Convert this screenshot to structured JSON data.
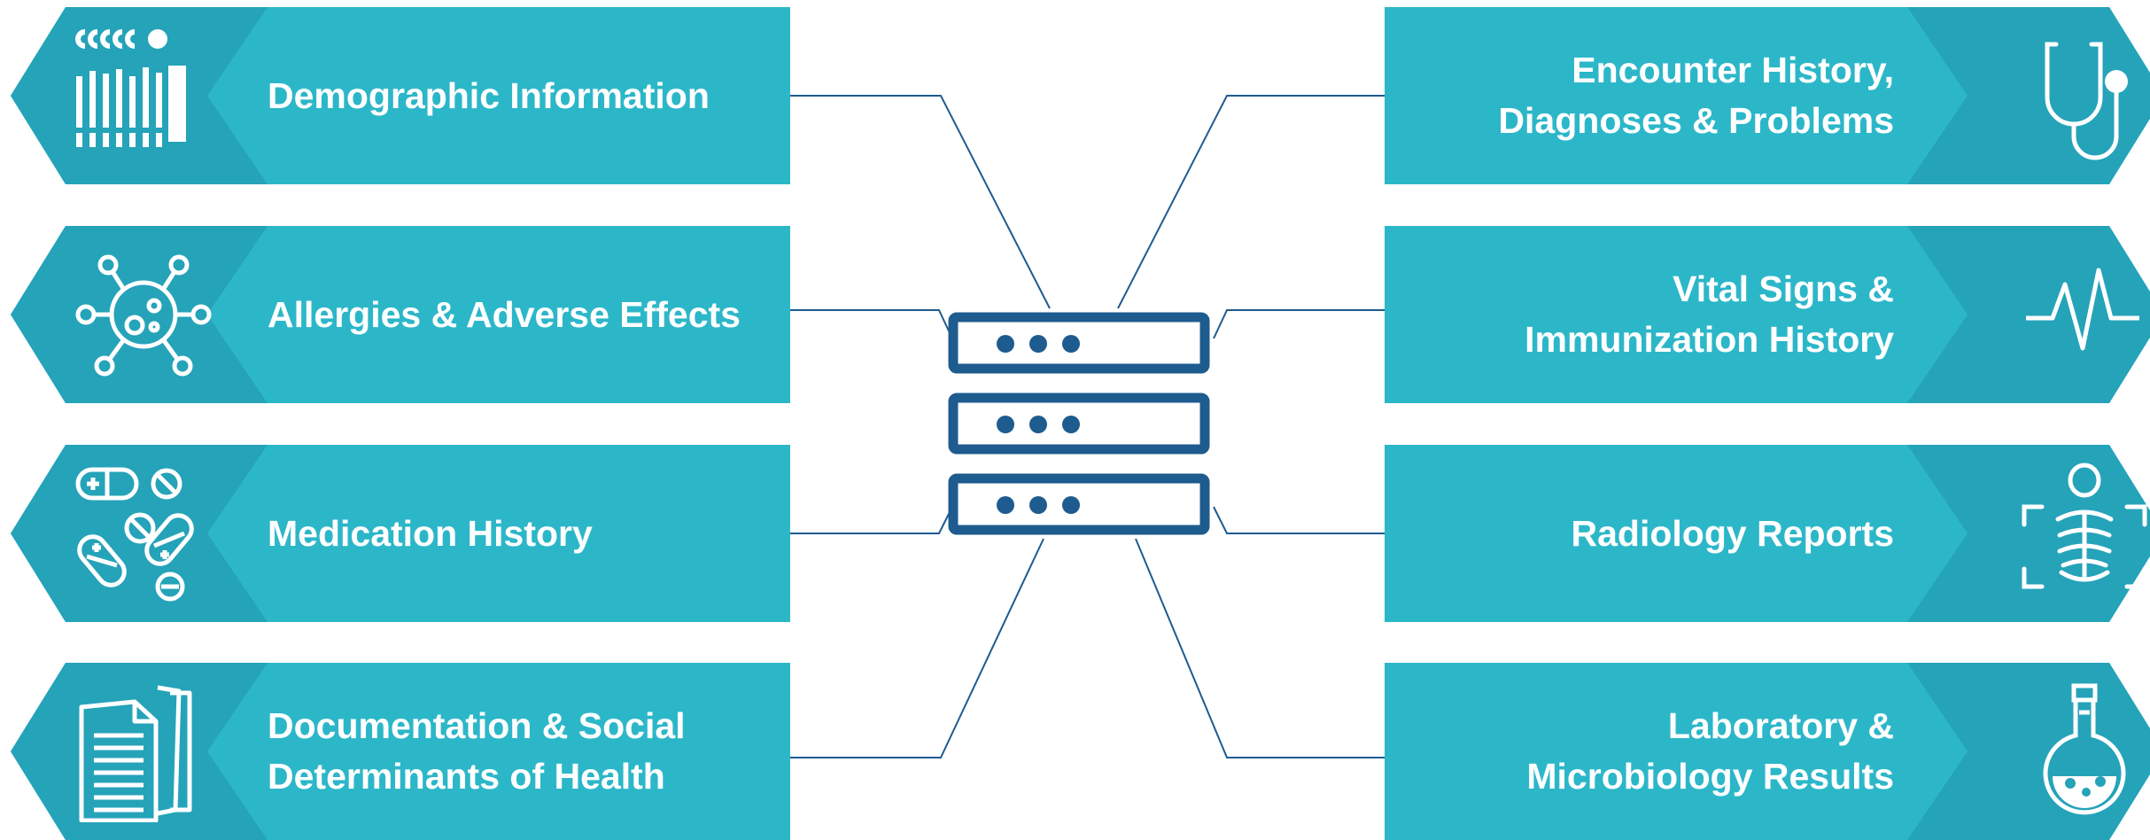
{
  "colors": {
    "panel_main": "#2cb7c9",
    "panel_dark": "#25a3b9",
    "line": "#1e5b8f",
    "server": "#1e5b8f",
    "white": "#ffffff"
  },
  "left_items": [
    {
      "lines": [
        "Demographic Information"
      ],
      "icon": "barcode-icon"
    },
    {
      "lines": [
        "Allergies & Adverse Effects"
      ],
      "icon": "virus-icon"
    },
    {
      "lines": [
        "Medication History"
      ],
      "icon": "pills-icon"
    },
    {
      "lines": [
        "Documentation & Social",
        "Determinants of Health"
      ],
      "icon": "documents-icon"
    }
  ],
  "right_items": [
    {
      "lines": [
        "Encounter History,",
        "Diagnoses & Problems"
      ],
      "icon": "stethoscope-icon"
    },
    {
      "lines": [
        "Vital Signs &",
        "Immunization History"
      ],
      "icon": "heartbeat-icon"
    },
    {
      "lines": [
        "Radiology Reports"
      ],
      "icon": "xray-scan-icon"
    },
    {
      "lines": [
        "Laboratory &",
        "Microbiology Results"
      ],
      "icon": "lab-flask-icon"
    }
  ],
  "center": {
    "icon": "server-stack-icon",
    "units": 3
  }
}
